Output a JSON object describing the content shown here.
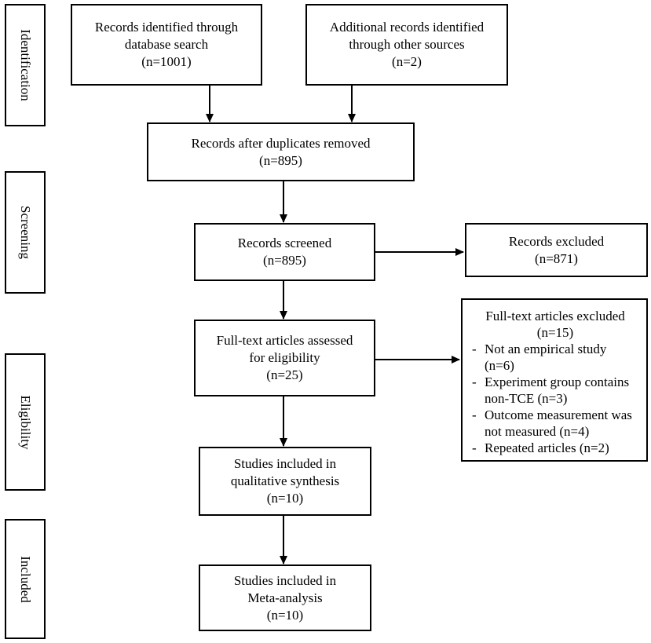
{
  "stages": [
    {
      "key": "identification",
      "label": "Identification"
    },
    {
      "key": "screening",
      "label": "Screening"
    },
    {
      "key": "eligibility",
      "label": "Eligibility"
    },
    {
      "key": "included",
      "label": "Included"
    }
  ],
  "boxes": {
    "database_search": {
      "line1": "Records identified through",
      "line2": "database search",
      "count": "(n=1001)"
    },
    "other_sources": {
      "line1": "Additional records identified",
      "line2": "through other sources",
      "count": "(n=2)"
    },
    "duplicates_removed": {
      "line1": "Records after duplicates removed",
      "count": "(n=895)"
    },
    "screened": {
      "line1": "Records screened",
      "count": "(n=895)"
    },
    "excluded": {
      "line1": "Records excluded",
      "count": "(n=871)"
    },
    "full_text_assessed": {
      "line1": "Full-text articles assessed",
      "line2": "for eligibility",
      "count": "(n=25)"
    },
    "qualitative": {
      "line1": "Studies included in",
      "line2": "qualitative synthesis",
      "count": "(n=10)"
    },
    "meta_analysis": {
      "line1": "Studies included in",
      "line2": "Meta-analysis",
      "count": "(n=10)"
    }
  },
  "full_text_excluded": {
    "title": "Full-text articles excluded",
    "count": "(n=15)",
    "reasons": [
      {
        "line1": "Not an empirical study",
        "line2": "(n=6)"
      },
      {
        "line1": "Experiment group contains",
        "line2": "non-TCE (n=3)"
      },
      {
        "line1": "Outcome measurement was",
        "line2": "not measured (n=4)"
      },
      {
        "line1": "Repeated articles (n=2)",
        "line2": ""
      }
    ]
  }
}
